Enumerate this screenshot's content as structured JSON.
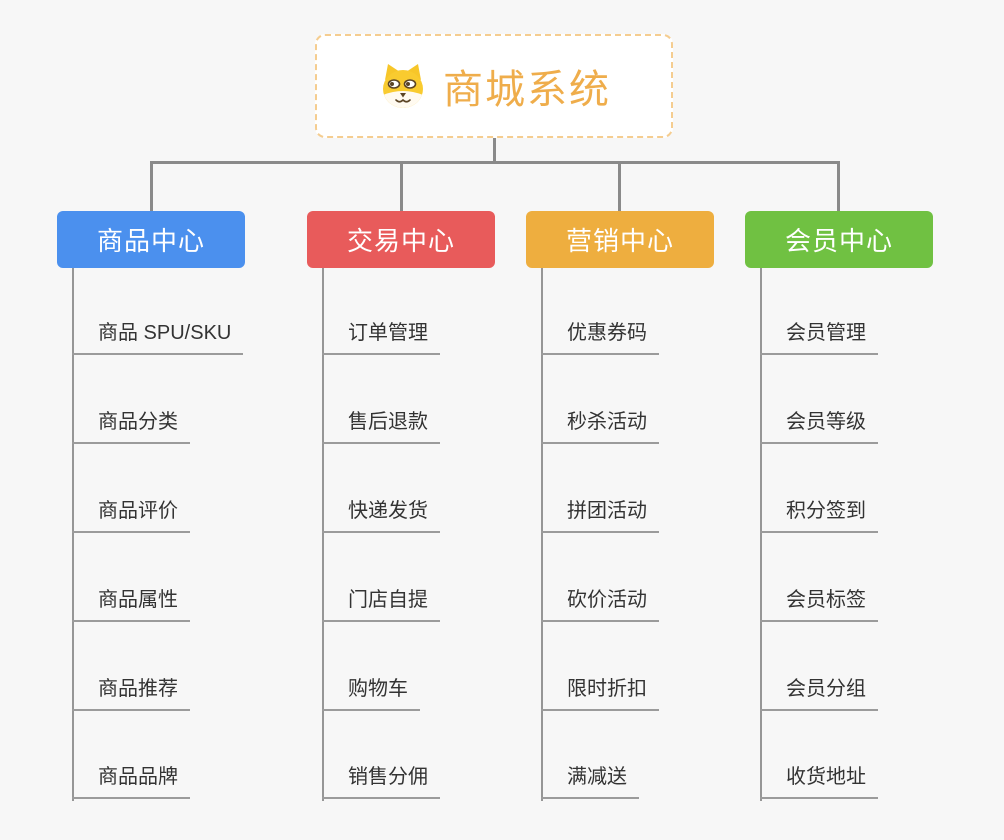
{
  "root": {
    "title": "商城系统",
    "icon": "shiba-dog-icon",
    "title_color": "#efad4b",
    "border_color": "#f5cd90"
  },
  "connector_color": "#8a8a8a",
  "branches": [
    {
      "label": "商品中心",
      "color": "#4b90ee",
      "items": [
        "商品 SPU/SKU",
        "商品分类",
        "商品评价",
        "商品属性",
        "商品推荐",
        "商品品牌"
      ]
    },
    {
      "label": "交易中心",
      "color": "#e85b5b",
      "items": [
        "订单管理",
        "售后退款",
        "快递发货",
        "门店自提",
        "购物车",
        "销售分佣"
      ]
    },
    {
      "label": "营销中心",
      "color": "#eeae3f",
      "items": [
        "优惠券码",
        "秒杀活动",
        "拼团活动",
        "砍价活动",
        "限时折扣",
        "满减送"
      ]
    },
    {
      "label": "会员中心",
      "color": "#70c142",
      "items": [
        "会员管理",
        "会员等级",
        "积分签到",
        "会员标签",
        "会员分组",
        "收货地址"
      ]
    }
  ]
}
